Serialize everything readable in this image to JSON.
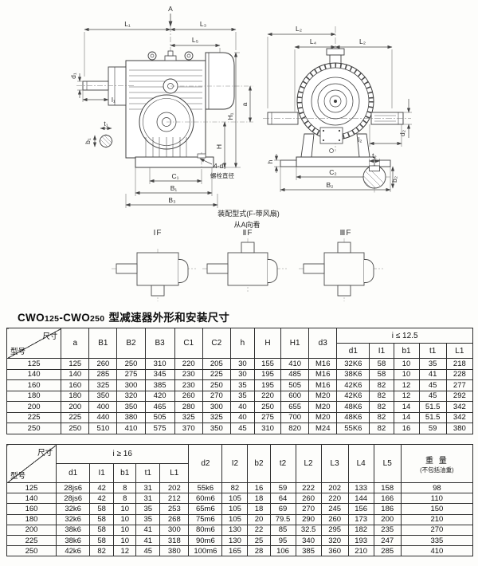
{
  "title": {
    "p1": "CWO",
    "n1": "125",
    "p2": "-CWO",
    "n2": "250",
    "rest": "型减速器外形和安装尺寸"
  },
  "drawing": {
    "labels": {
      "A": "A",
      "L1": "L₁",
      "L3": "L₃",
      "L5": "L₅",
      "d1": "d₁",
      "l1": "l₁",
      "t1": "t₁",
      "b1": "b₁",
      "a": "a",
      "H": "H",
      "H1": "H₁",
      "C1": "C₁",
      "B1": "B₁",
      "B3": "B₃",
      "bolt1": "4-d₃",
      "bolt2": "螺栓直径",
      "L2": "L₂",
      "L4": "L₄",
      "L2b": "L₂",
      "d2": "d₂",
      "l2": "l₂",
      "h": "h",
      "C2": "C₂",
      "B2": "B₂",
      "t2": "t₂",
      "b2": "b₂"
    },
    "notes": {
      "line1": "装配型式(F-带风扇)",
      "line2": "从A向看"
    },
    "variants": {
      "v1": "ⅠF",
      "v2": "ⅡF",
      "v3": "ⅢF"
    }
  },
  "table1": {
    "corner": {
      "top": "尺寸",
      "bottom": "型号"
    },
    "columns": [
      "a",
      "B1",
      "B2",
      "B3",
      "C1",
      "C2",
      "h",
      "H",
      "H1",
      "d3"
    ],
    "group": {
      "label": "i ≤ 12.5",
      "columns": [
        "d1",
        "I1",
        "b1",
        "t1",
        "L1"
      ]
    },
    "rows": [
      {
        "model": "125",
        "values": [
          "125",
          "260",
          "250",
          "310",
          "220",
          "205",
          "30",
          "155",
          "410",
          "M16",
          "32K6",
          "58",
          "10",
          "35",
          "218"
        ]
      },
      {
        "model": "140",
        "values": [
          "140",
          "285",
          "275",
          "345",
          "230",
          "225",
          "30",
          "195",
          "485",
          "M16",
          "38K6",
          "58",
          "10",
          "41",
          "228"
        ]
      },
      {
        "model": "160",
        "values": [
          "160",
          "325",
          "300",
          "385",
          "230",
          "250",
          "35",
          "195",
          "505",
          "M16",
          "42K6",
          "82",
          "12",
          "45",
          "277"
        ]
      },
      {
        "model": "180",
        "values": [
          "180",
          "350",
          "320",
          "420",
          "260",
          "270",
          "35",
          "220",
          "600",
          "M20",
          "42K6",
          "82",
          "12",
          "45",
          "292"
        ]
      },
      {
        "model": "200",
        "values": [
          "200",
          "400",
          "350",
          "465",
          "280",
          "300",
          "40",
          "250",
          "655",
          "M20",
          "48K6",
          "82",
          "14",
          "51.5",
          "342"
        ]
      },
      {
        "model": "225",
        "values": [
          "225",
          "440",
          "380",
          "505",
          "325",
          "325",
          "40",
          "275",
          "700",
          "M20",
          "48K6",
          "82",
          "14",
          "51.5",
          "342"
        ]
      },
      {
        "model": "250",
        "values": [
          "250",
          "510",
          "410",
          "575",
          "370",
          "350",
          "45",
          "310",
          "820",
          "M24",
          "55K6",
          "82",
          "16",
          "59",
          "380"
        ]
      }
    ]
  },
  "table2": {
    "corner": {
      "top": "尺寸",
      "bottom": "型号"
    },
    "group": {
      "label": "i ≥ 16",
      "columns": [
        "d1",
        "I1",
        "b1",
        "t1",
        "L1"
      ]
    },
    "columns_after": [
      "d2",
      "I2",
      "b2",
      "t2",
      "L2",
      "L3",
      "L4",
      "L5"
    ],
    "weight": {
      "line1": "重 量",
      "line2": "(不包括油重)"
    },
    "rows": [
      {
        "model": "125",
        "values": [
          "28js6",
          "42",
          "8",
          "31",
          "202",
          "55k6",
          "82",
          "16",
          "59",
          "222",
          "202",
          "133",
          "158",
          "98"
        ]
      },
      {
        "model": "140",
        "values": [
          "28js6",
          "42",
          "8",
          "31",
          "212",
          "60m6",
          "105",
          "18",
          "64",
          "260",
          "220",
          "144",
          "166",
          "110"
        ]
      },
      {
        "model": "160",
        "values": [
          "32k6",
          "58",
          "10",
          "35",
          "253",
          "65m6",
          "105",
          "18",
          "69",
          "270",
          "245",
          "156",
          "186",
          "150"
        ]
      },
      {
        "model": "180",
        "values": [
          "32k6",
          "58",
          "10",
          "35",
          "268",
          "75m6",
          "105",
          "20",
          "79.5",
          "290",
          "260",
          "173",
          "200",
          "210"
        ]
      },
      {
        "model": "200",
        "values": [
          "38k6",
          "58",
          "10",
          "41",
          "300",
          "80m6",
          "130",
          "22",
          "85",
          "32.5",
          "295",
          "182",
          "235",
          "270"
        ]
      },
      {
        "model": "225",
        "values": [
          "38k6",
          "58",
          "10",
          "41",
          "318",
          "90m6",
          "130",
          "25",
          "95",
          "340",
          "320",
          "193",
          "247",
          "335"
        ]
      },
      {
        "model": "250",
        "values": [
          "42k6",
          "82",
          "12",
          "45",
          "380",
          "100m6",
          "165",
          "28",
          "106",
          "385",
          "360",
          "210",
          "285",
          "410"
        ]
      }
    ]
  }
}
